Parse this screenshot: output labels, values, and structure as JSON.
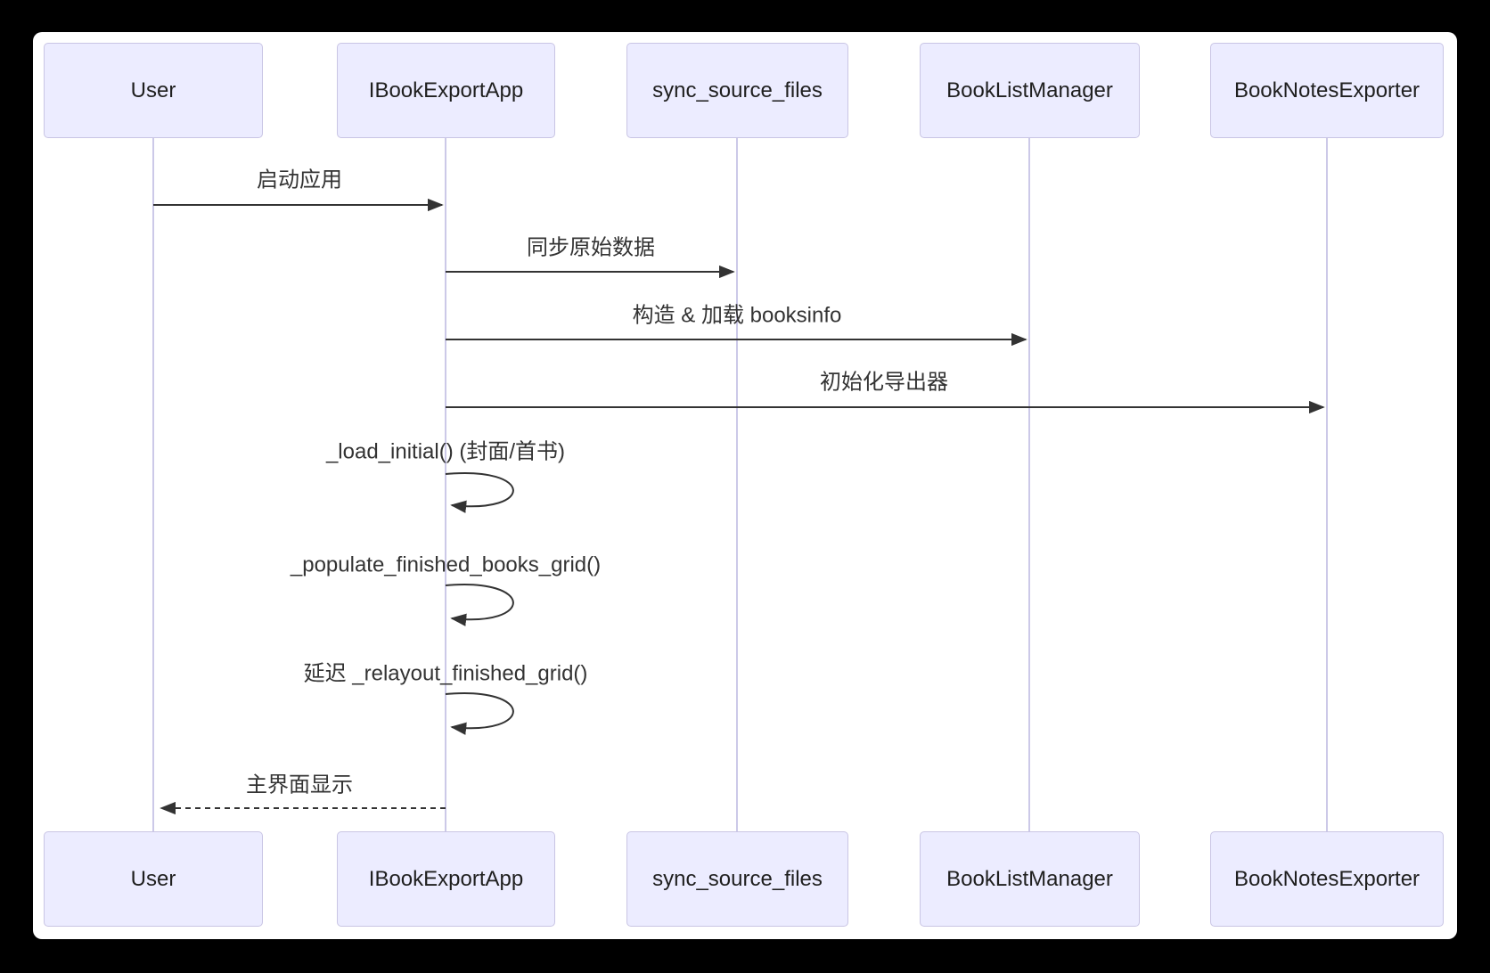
{
  "diagram": {
    "kind": "sequence-diagram",
    "actors": [
      {
        "name": "User"
      },
      {
        "name": "IBookExportApp"
      },
      {
        "name": "sync_source_files"
      },
      {
        "name": "BookListManager"
      },
      {
        "name": "BookNotesExporter"
      }
    ],
    "messages": [
      {
        "from": "User",
        "to": "IBookExportApp",
        "label": "启动应用",
        "line": "solid",
        "arrow": "filled"
      },
      {
        "from": "IBookExportApp",
        "to": "sync_source_files",
        "label": "同步原始数据",
        "line": "solid",
        "arrow": "filled"
      },
      {
        "from": "IBookExportApp",
        "to": "BookListManager",
        "label": "构造 & 加载 booksinfo",
        "line": "solid",
        "arrow": "filled"
      },
      {
        "from": "IBookExportApp",
        "to": "BookNotesExporter",
        "label": "初始化导出器",
        "line": "solid",
        "arrow": "filled"
      },
      {
        "from": "IBookExportApp",
        "to": "IBookExportApp",
        "label": "_load_initial() (封面/首书)",
        "line": "self-loop",
        "arrow": "filled"
      },
      {
        "from": "IBookExportApp",
        "to": "IBookExportApp",
        "label": "_populate_finished_books_grid()",
        "line": "self-loop",
        "arrow": "filled"
      },
      {
        "from": "IBookExportApp",
        "to": "IBookExportApp",
        "label": "延迟 _relayout_finished_grid()",
        "line": "self-loop",
        "arrow": "filled"
      },
      {
        "from": "IBookExportApp",
        "to": "User",
        "label": "主界面显示",
        "line": "dashed",
        "arrow": "filled"
      }
    ],
    "colors": {
      "page_background": "#000000",
      "canvas_background": "#FFFFFF",
      "actor_fill": "#ECECFF",
      "actor_border": "#C9C5E4",
      "lifeline": "#CCC9E8",
      "message_line": "#333333",
      "text": "#333333"
    }
  }
}
